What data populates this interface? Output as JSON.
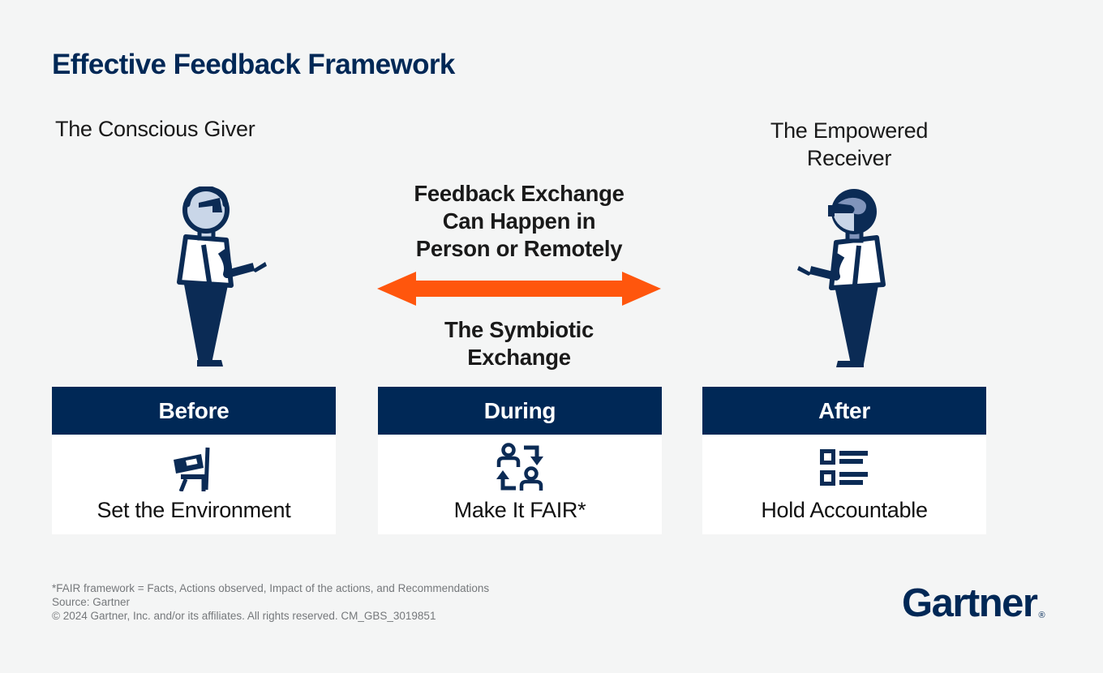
{
  "page": {
    "title": "Effective Feedback Framework",
    "colors": {
      "navy": "#002856",
      "orange": "#FF560D",
      "face_blue": "#c9d6e8",
      "hair_blue": "#8094bb",
      "text_black": "#1a1a1a",
      "footnote_gray": "#75787b",
      "background": "#f4f5f5",
      "card_white": "#ffffff"
    }
  },
  "giver": {
    "label": "The Conscious Giver"
  },
  "receiver": {
    "lines": [
      "The Empowered",
      "Receiver"
    ]
  },
  "exchange": {
    "top_lines": [
      "Feedback Exchange",
      "Can Happen in",
      "Person or Remotely"
    ],
    "arrow_icon": "double-headed-arrow-icon",
    "bottom_lines": [
      "The Symbiotic",
      "Exchange"
    ]
  },
  "stages": [
    {
      "header": "Before",
      "icon": "chair-icon",
      "label": "Set the Environment"
    },
    {
      "header": "During",
      "icon": "people-exchange-icon",
      "label": "Make It FAIR*"
    },
    {
      "header": "After",
      "icon": "checklist-icon",
      "label": "Hold Accountable"
    }
  ],
  "footer": {
    "footnote": "*FAIR framework = Facts, Actions observed, Impact of the actions, and Recommendations",
    "source": "Source: Gartner",
    "copyright": "© 2024 Gartner, Inc. and/or its affiliates. All rights reserved. CM_GBS_3019851"
  },
  "brand": {
    "logo_text": "Gartner",
    "registered_mark": "®"
  }
}
